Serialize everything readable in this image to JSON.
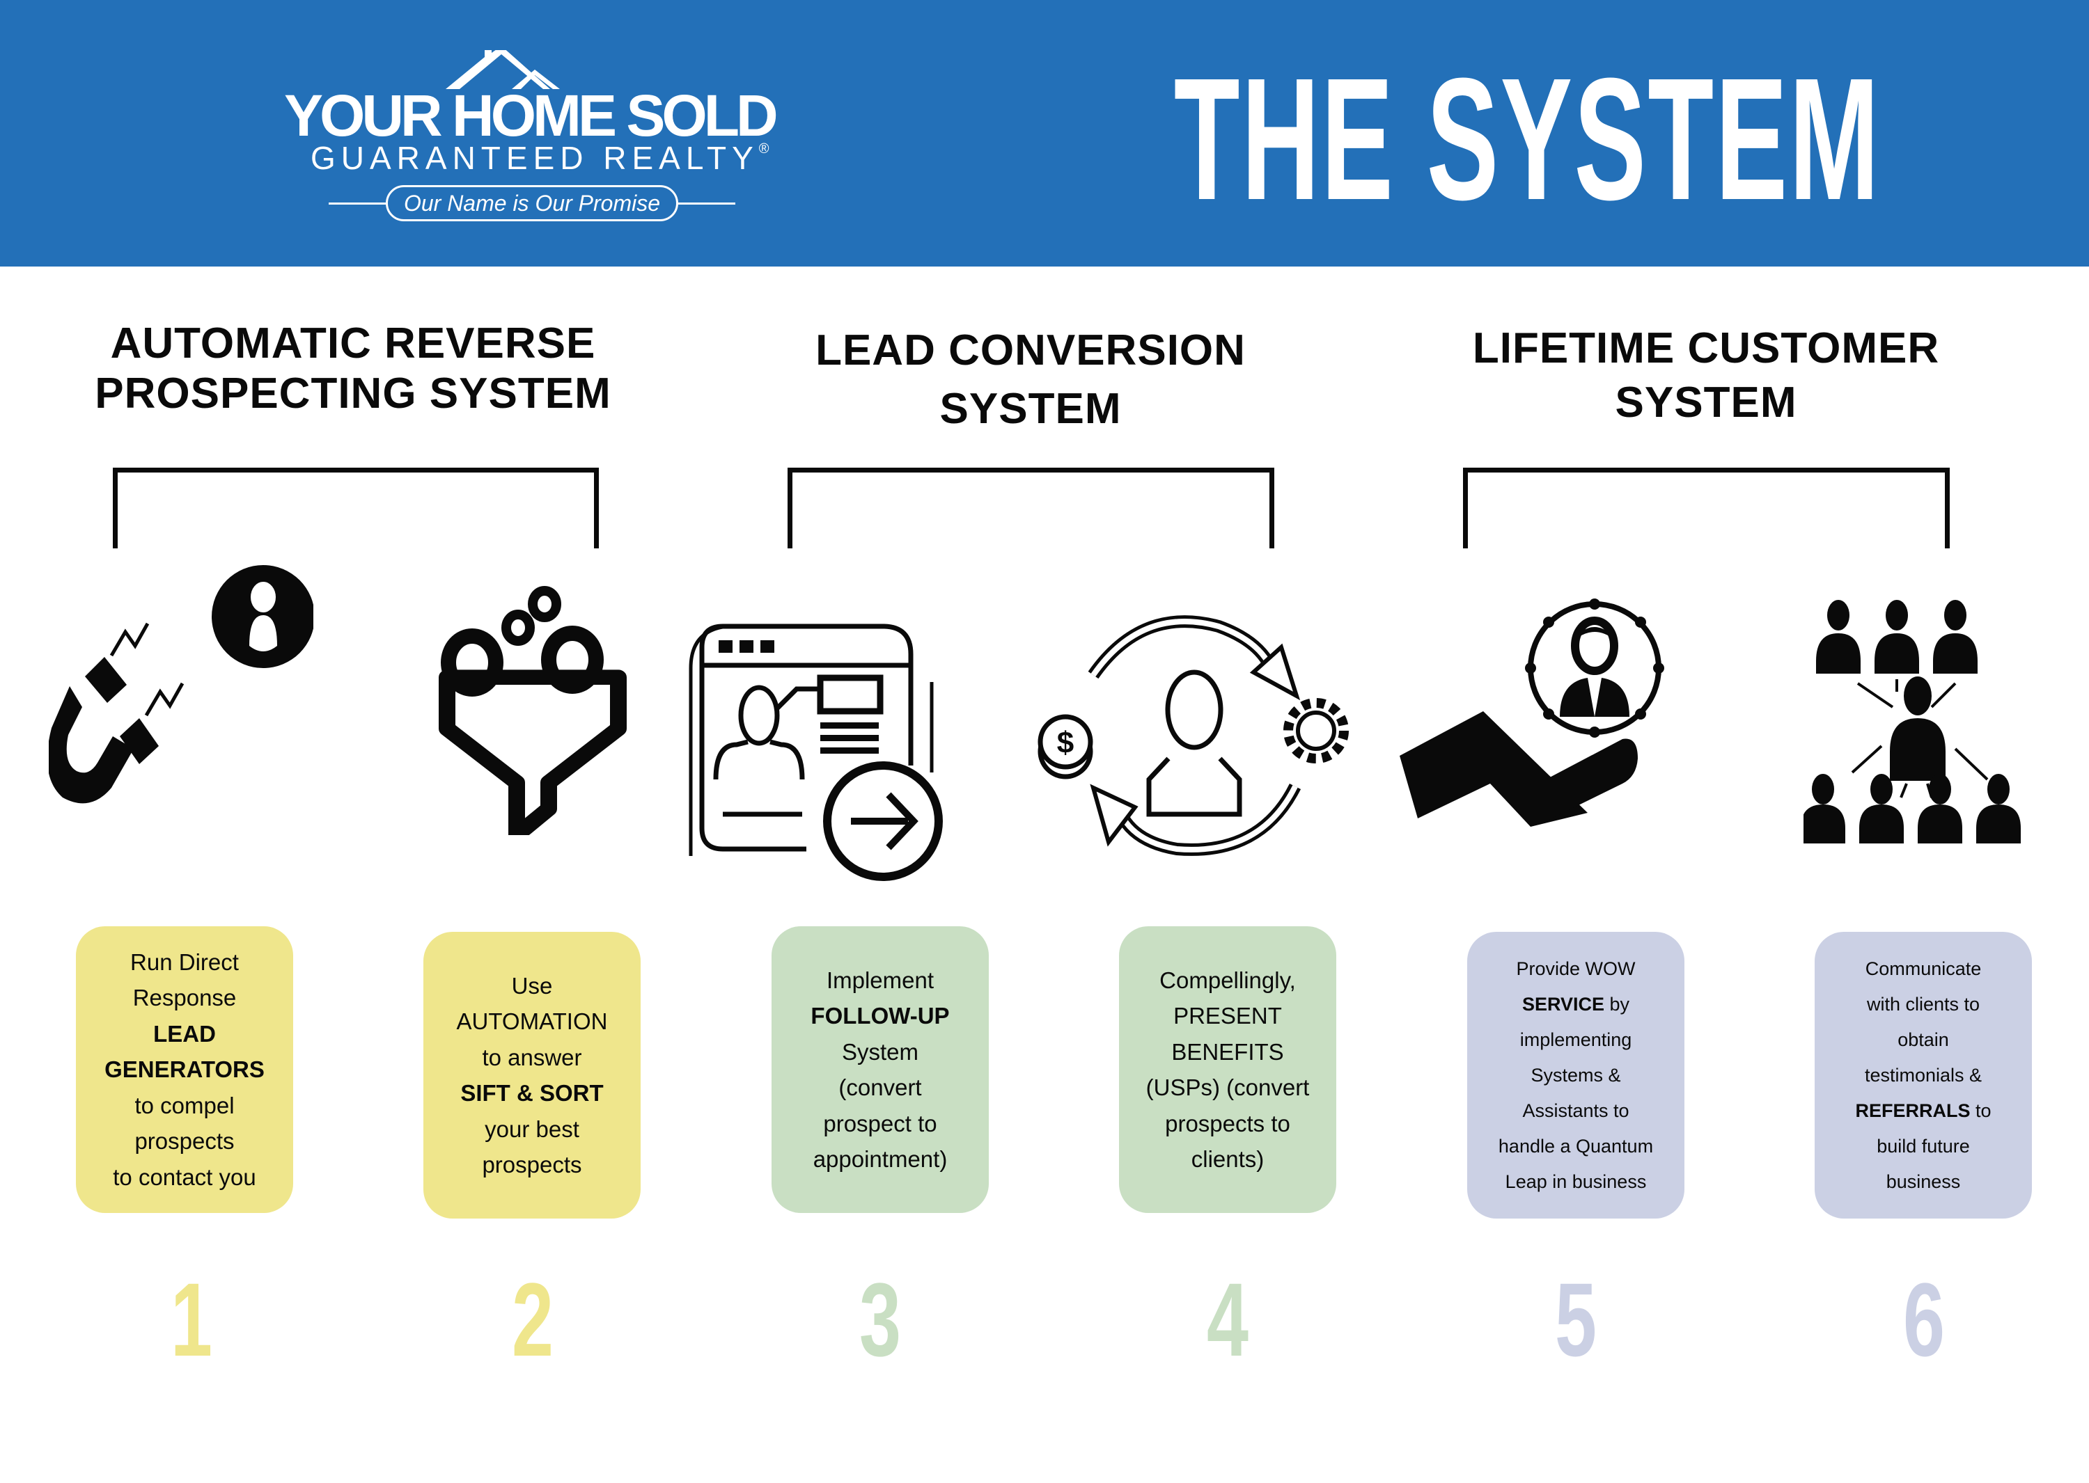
{
  "header": {
    "logo": {
      "brand_name": "YOUR HOME SOLD",
      "brand_sub": "GUARANTEED REALTY",
      "registered_mark": "®",
      "tagline": "Our Name is Our Promise"
    },
    "title": "THE SYSTEM"
  },
  "colors": {
    "header_blue": "#2370b8",
    "yellow": "#efe68c",
    "green": "#c9dfc3",
    "lavender": "#cbd0e4"
  },
  "systems": [
    {
      "heading_lines": [
        "AUTOMATIC REVERSE",
        "PROSPECTING SYSTEM"
      ]
    },
    {
      "heading_lines": [
        "LEAD CONVERSION",
        "SYSTEM"
      ]
    },
    {
      "heading_lines": [
        "LIFETIME CUSTOMER",
        "SYSTEM"
      ]
    }
  ],
  "steps": [
    {
      "number": "1",
      "icon": "magnet-attracting-person-icon",
      "lines": [
        {
          "t": "Run Direct"
        },
        {
          "t": "Response"
        },
        {
          "t": "LEAD",
          "b": true
        },
        {
          "t": "GENERATORS",
          "b": true
        },
        {
          "t": "to compel"
        },
        {
          "t": "prospects"
        },
        {
          "t": "to contact you"
        }
      ]
    },
    {
      "number": "2",
      "icon": "funnel-filter-icon",
      "lines": [
        {
          "t": "Use"
        },
        {
          "t": "AUTOMATION"
        },
        {
          "t": "to answer"
        },
        {
          "t": "SIFT & SORT",
          "b": true
        },
        {
          "t": "your best"
        },
        {
          "t": "prospects"
        }
      ]
    },
    {
      "number": "3",
      "icon": "web-profile-follow-up-icon",
      "lines": [
        {
          "t": "Implement"
        },
        {
          "t": "FOLLOW-UP",
          "b": true
        },
        {
          "t": "System"
        },
        {
          "t": "(convert"
        },
        {
          "t": "prospect to"
        },
        {
          "t": "appointment)"
        }
      ]
    },
    {
      "number": "4",
      "icon": "customer-conversion-cycle-icon",
      "lines": [
        {
          "t": "Compellingly,"
        },
        {
          "t": "PRESENT"
        },
        {
          "t": "BENEFITS"
        },
        {
          "t": "(USPs) (convert"
        },
        {
          "t": "prospects to"
        },
        {
          "t": "clients)"
        }
      ]
    },
    {
      "number": "5",
      "icon": "hand-holding-client-icon",
      "lines": [
        {
          "t": "Provide WOW"
        },
        {
          "t": "SERVICE",
          "b": true,
          "rest": " by"
        },
        {
          "t": "implementing"
        },
        {
          "t": "Systems &"
        },
        {
          "t": "Assistants to"
        },
        {
          "t": "handle a Quantum"
        },
        {
          "t": "Leap in business"
        }
      ]
    },
    {
      "number": "6",
      "icon": "referral-network-icon",
      "lines": [
        {
          "t": "Communicate"
        },
        {
          "t": "with clients to"
        },
        {
          "t": "obtain"
        },
        {
          "t": "testimonials &"
        },
        {
          "t": "REFERRALS",
          "b": true,
          "rest": " to"
        },
        {
          "t": "build future"
        },
        {
          "t": "business"
        }
      ]
    }
  ]
}
